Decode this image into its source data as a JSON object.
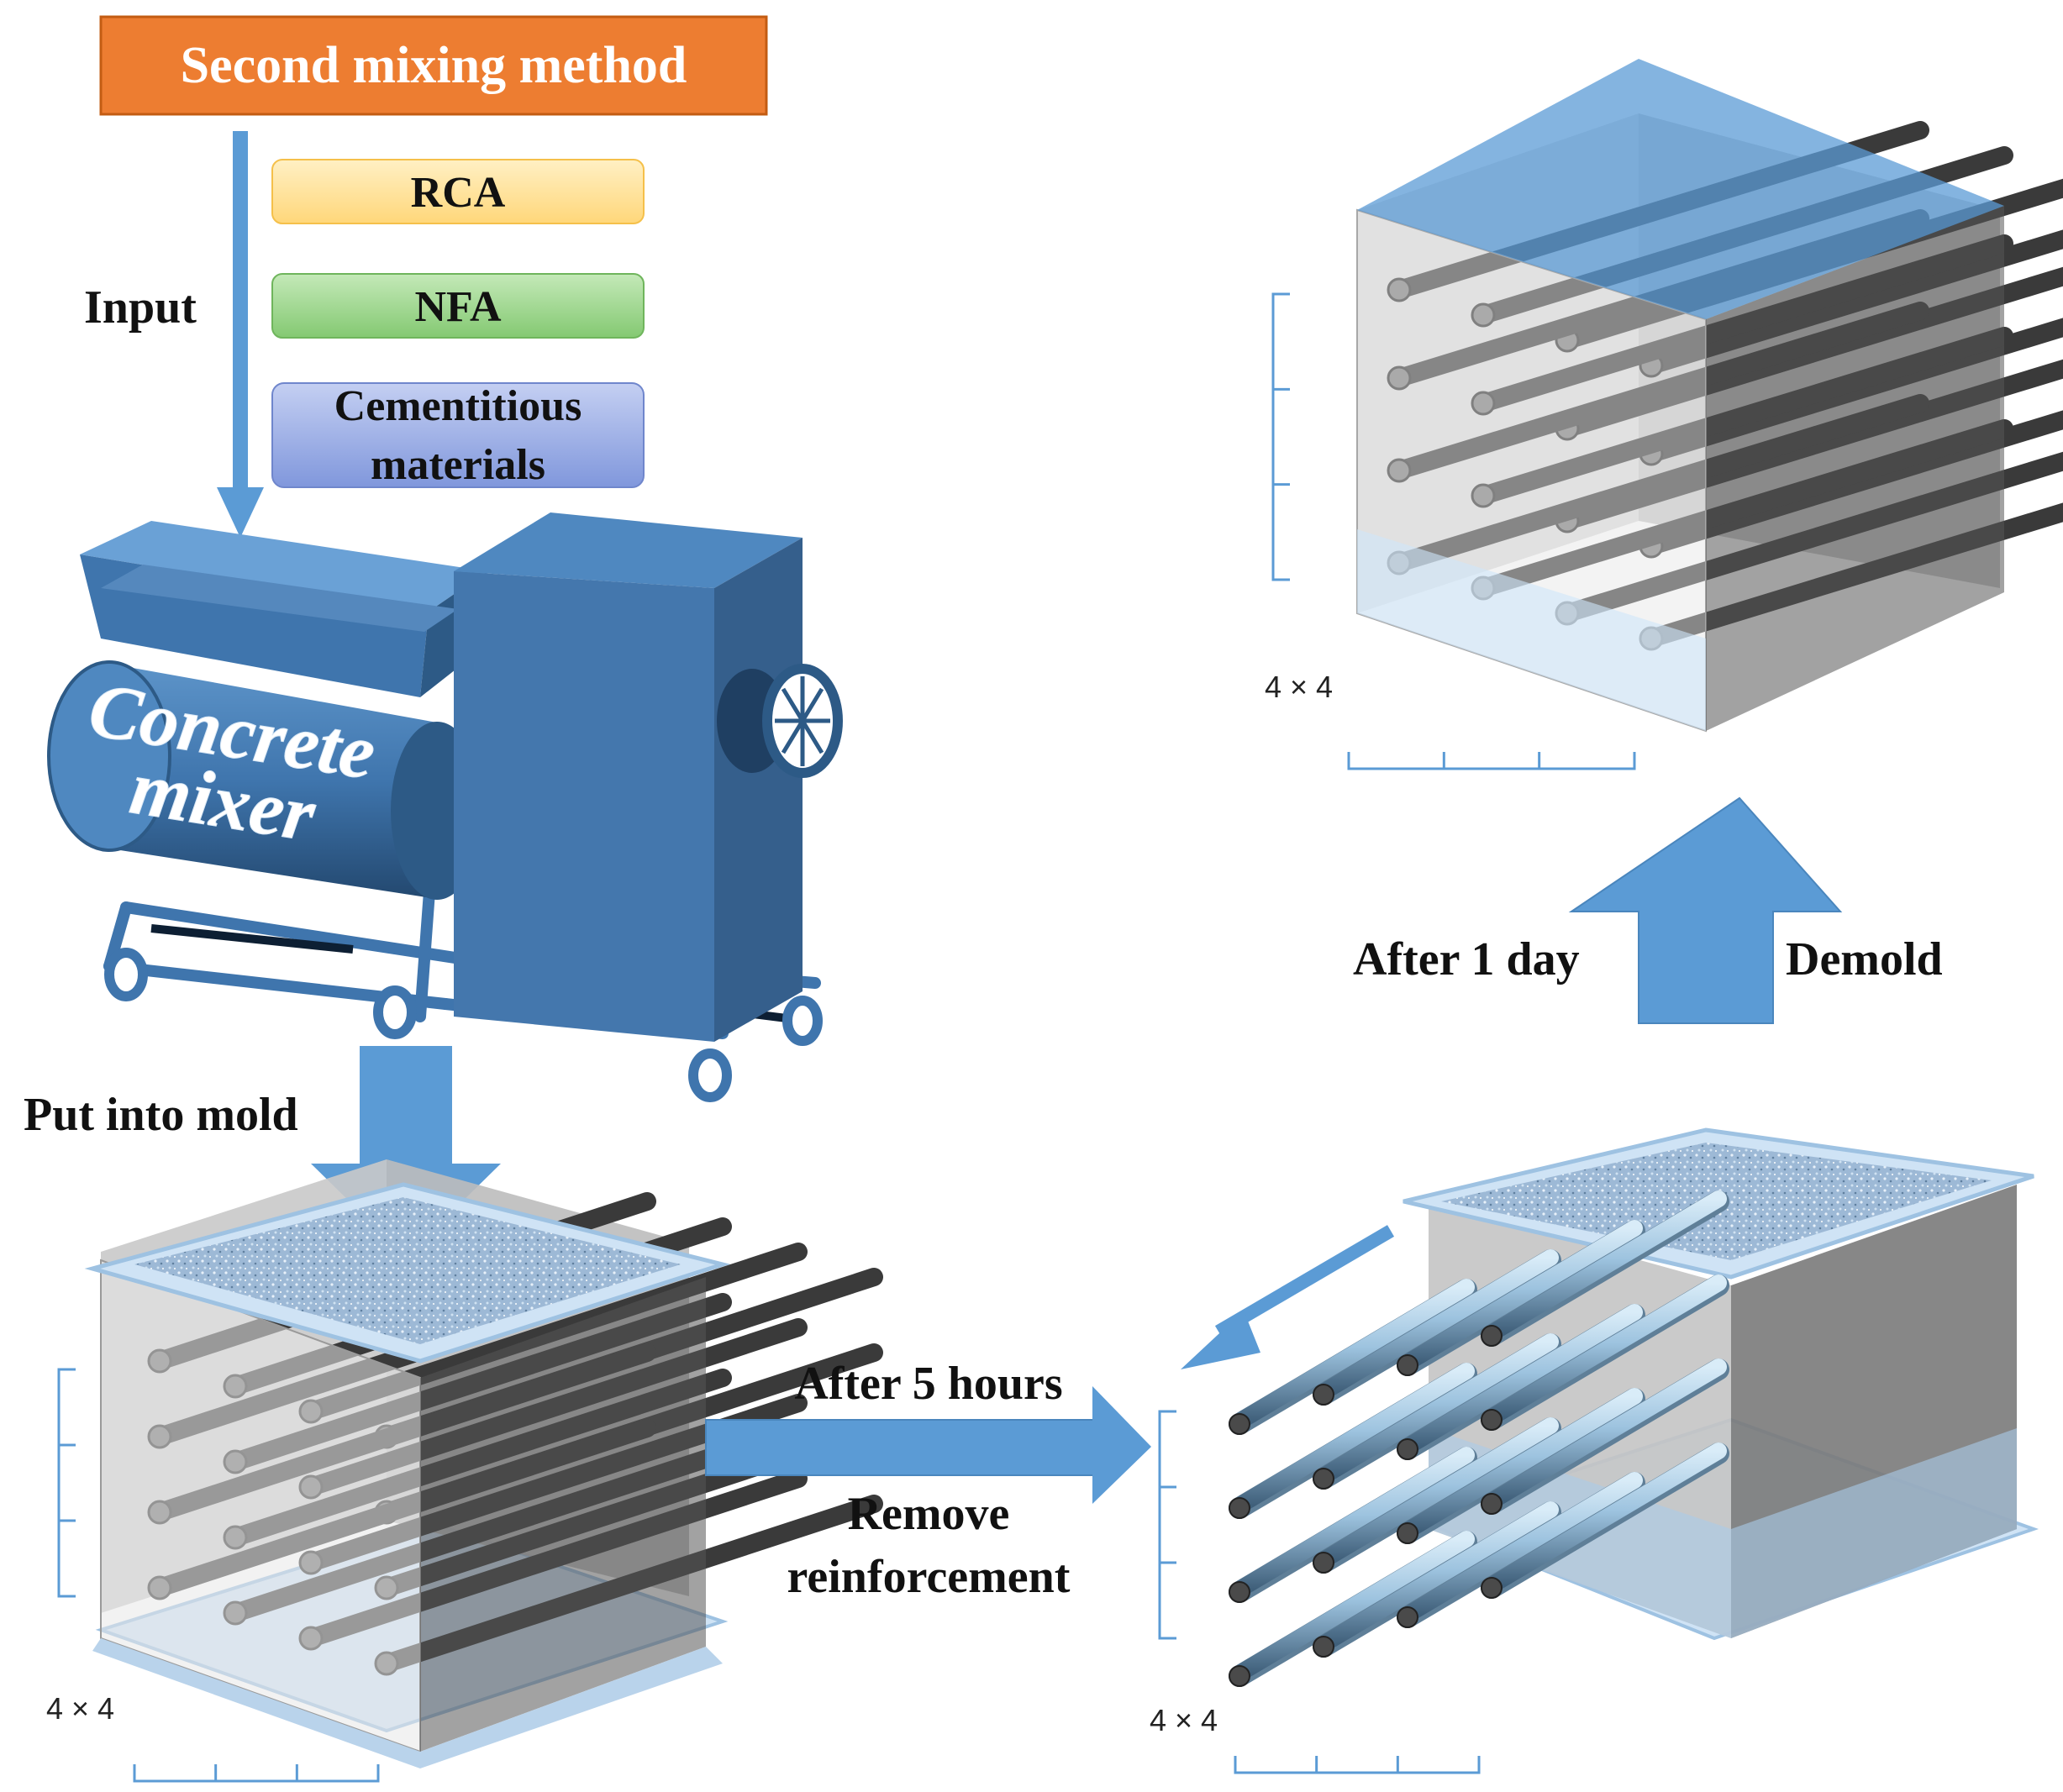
{
  "title": "Second mixing method",
  "input": {
    "label": "Input",
    "materials": [
      "RCA",
      "NFA",
      "Cementitious materials"
    ],
    "material_colors": [
      "#ffe199",
      "#9ed68f",
      "#9db0e6"
    ]
  },
  "mixer": {
    "text_line1": "Concrete",
    "text_line2": "mixer"
  },
  "steps": {
    "put_into_mold": "Put into mold",
    "after_5_hours": "After 5 hours",
    "remove_reinforcement_line1": "Remove",
    "remove_reinforcement_line2": "reinforcement",
    "after_1_day": "After 1 day",
    "demold": "Demold"
  },
  "grid_label": "4 × 4",
  "colors": {
    "title_bg": "#ed7d31",
    "arrow": "#5b9bd5",
    "mixer": "#4a7eb3",
    "rod": "#3a3a3a"
  }
}
